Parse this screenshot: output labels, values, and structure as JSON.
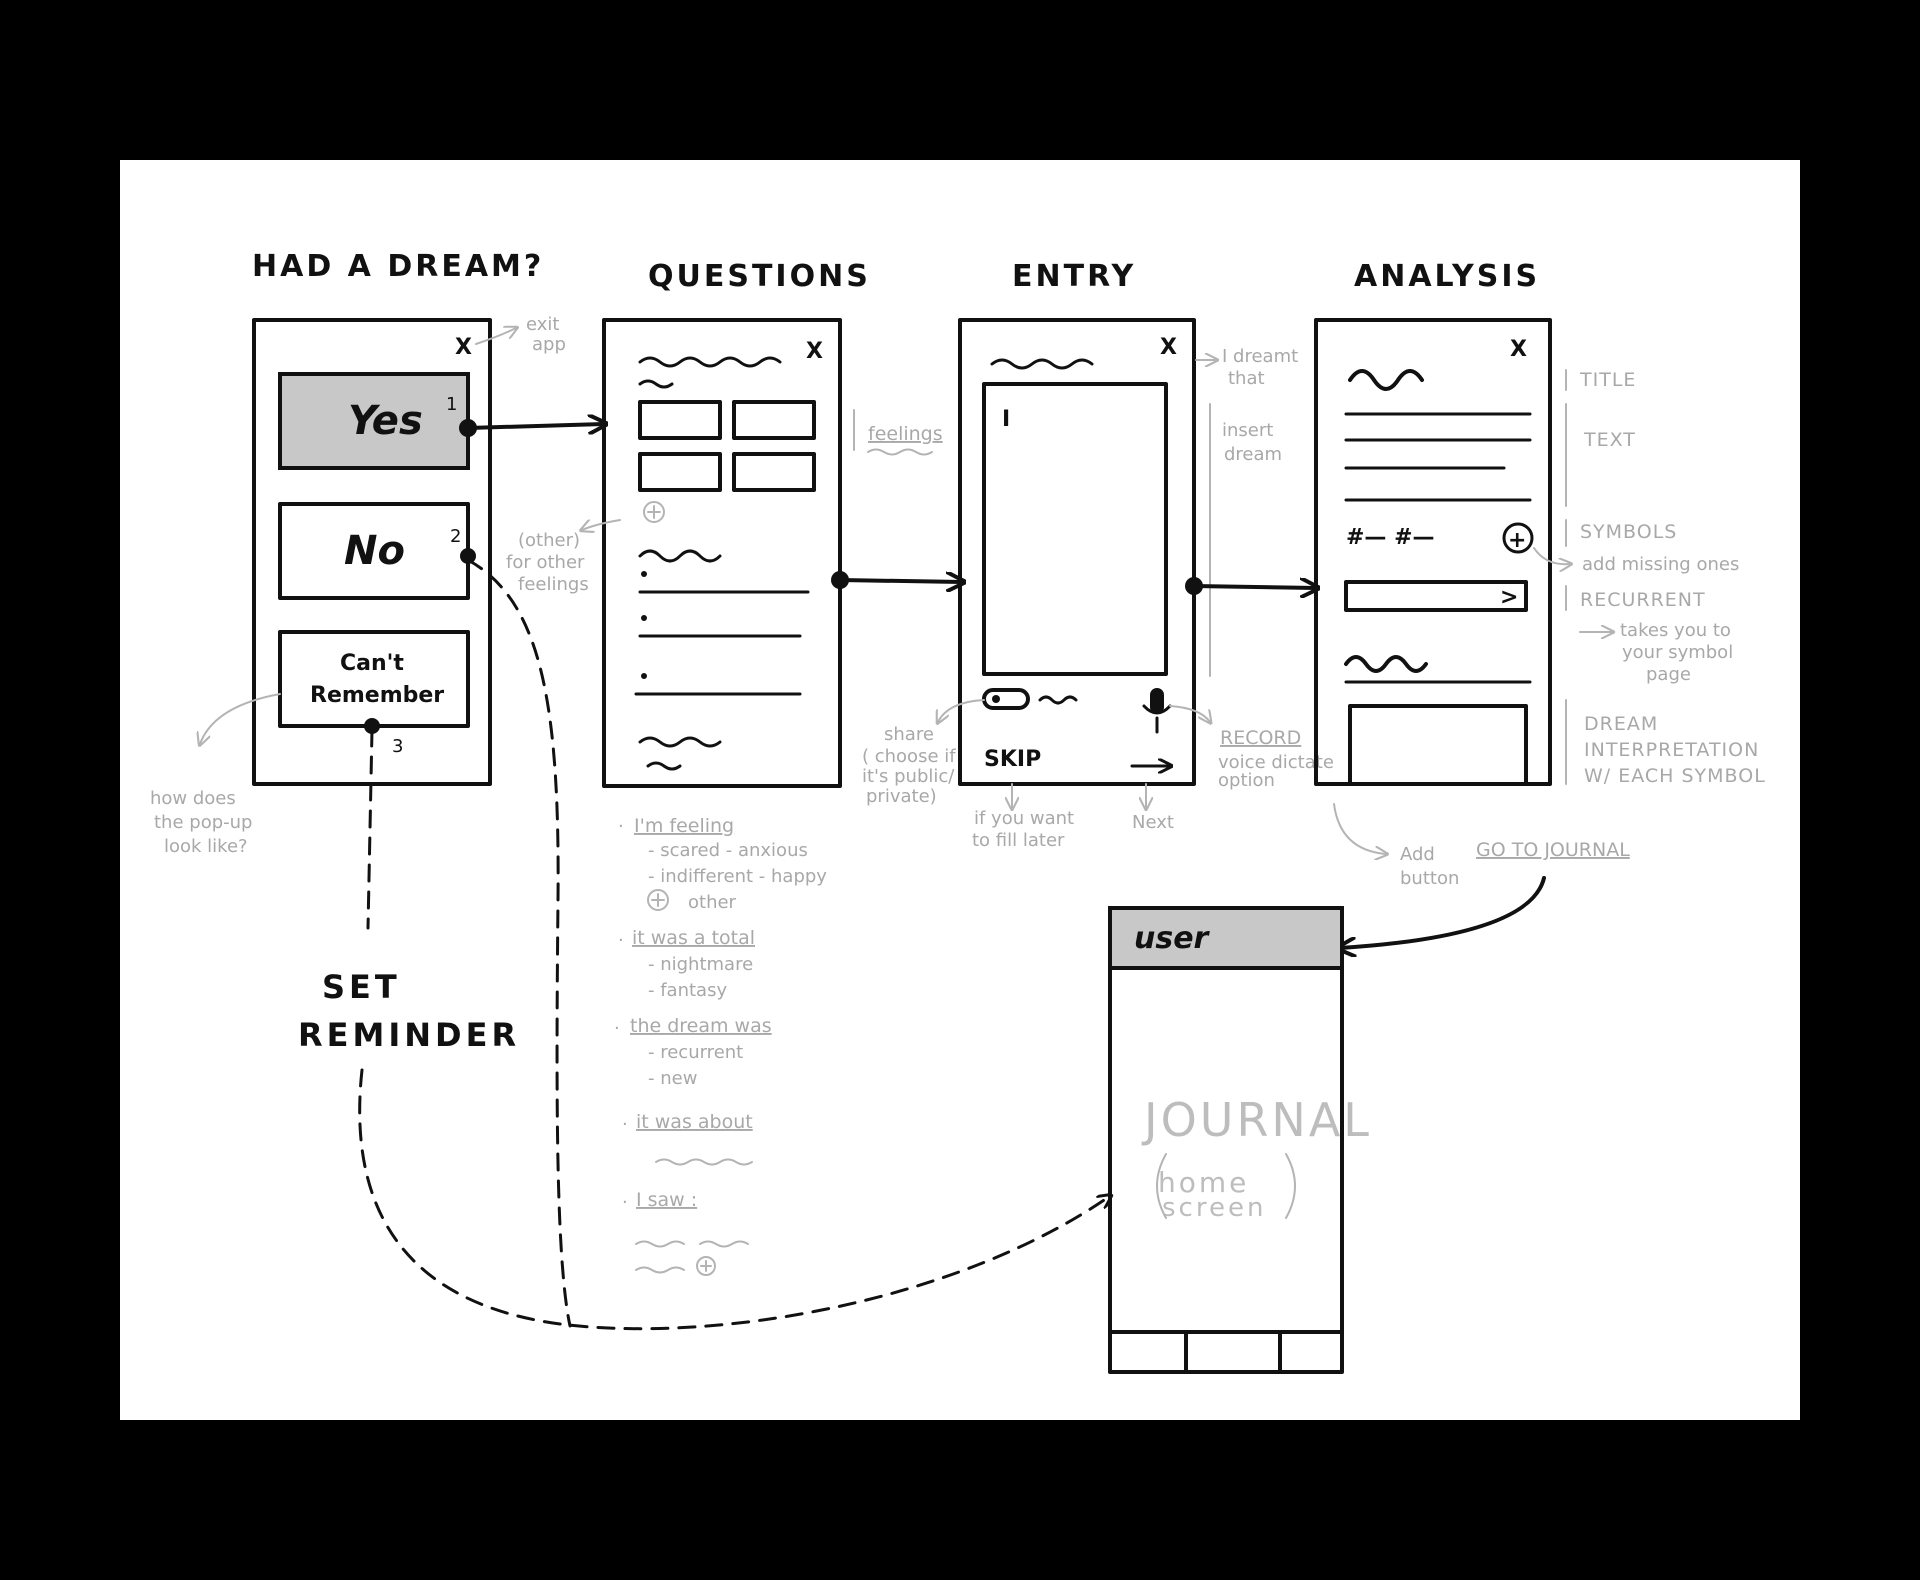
{
  "screens": {
    "had_a_dream": {
      "title": "HAD A DREAM?",
      "close": "X",
      "yes": "Yes",
      "no": "No",
      "cant_line1": "Can't",
      "cant_line2": "Remember",
      "marker1": "1",
      "marker2": "2",
      "marker3": "3"
    },
    "questions": {
      "title": "QUESTIONS",
      "close": "X"
    },
    "entry": {
      "title": "ENTRY",
      "close": "X",
      "cursor": "I",
      "skip": "SKIP"
    },
    "analysis": {
      "title": "ANALYSIS",
      "close": "X",
      "symbol_row": "#— #—",
      "add": "+",
      "recurrent_arrow": ">"
    },
    "journal": {
      "header": "user",
      "label": "JOURNAL",
      "sub1": "home",
      "sub2": "screen"
    }
  },
  "reminder": {
    "line1": "SET",
    "line2": "REMINDER"
  },
  "notes": {
    "exit_app1": "exit",
    "exit_app2": "app",
    "feelings": "feelings",
    "other1": "(other)",
    "other2": "for other",
    "other3": "feelings",
    "popup1": "how does",
    "popup2": "the pop-up",
    "popup3": "look like?",
    "q_feeling": "I'm feeling",
    "q_feeling_opts1": "- scared  - anxious",
    "q_feeling_opts2": "- indifferent  - happy",
    "q_feeling_other": "other",
    "q_total": "it was a total",
    "q_total_opts1": "- nightmare",
    "q_total_opts2": "- fantasy",
    "q_dream_was": "the dream was",
    "q_dream_opts1": "- recurrent",
    "q_dream_opts2": "- new",
    "q_about": "it was about",
    "q_saw": "I saw :",
    "dreamt1": "I dreamt",
    "dreamt2": "that",
    "insert1": "insert",
    "insert2": "dream",
    "share1": "share",
    "share2": "( choose if",
    "share3": "it's public/",
    "share4": "private)",
    "record": "RECORD",
    "record_sub1": "voice dictate",
    "record_sub2": "option",
    "fill_later1": "if you want",
    "fill_later2": "to fill later",
    "next": "Next",
    "side_title": "TITLE",
    "side_text": "TEXT",
    "side_symbols": "SYMBOLS",
    "side_add_missing": "add missing ones",
    "side_recurrent": "RECURRENT",
    "side_takes1": "takes you to",
    "side_takes2": "your symbol",
    "side_takes3": "page",
    "side_interp1": "DREAM",
    "side_interp2": "INTERPRETATION",
    "side_interp3": "W/ EACH SYMBOL",
    "add": "Add",
    "add_sub": "button",
    "goto_journal": "GO TO JOURNAL"
  },
  "colors": {
    "ink": "#111111",
    "faint": "#a8a8a8",
    "fill_gray": "#c8c8c8",
    "background": "#000000",
    "paper": "#ffffff"
  }
}
